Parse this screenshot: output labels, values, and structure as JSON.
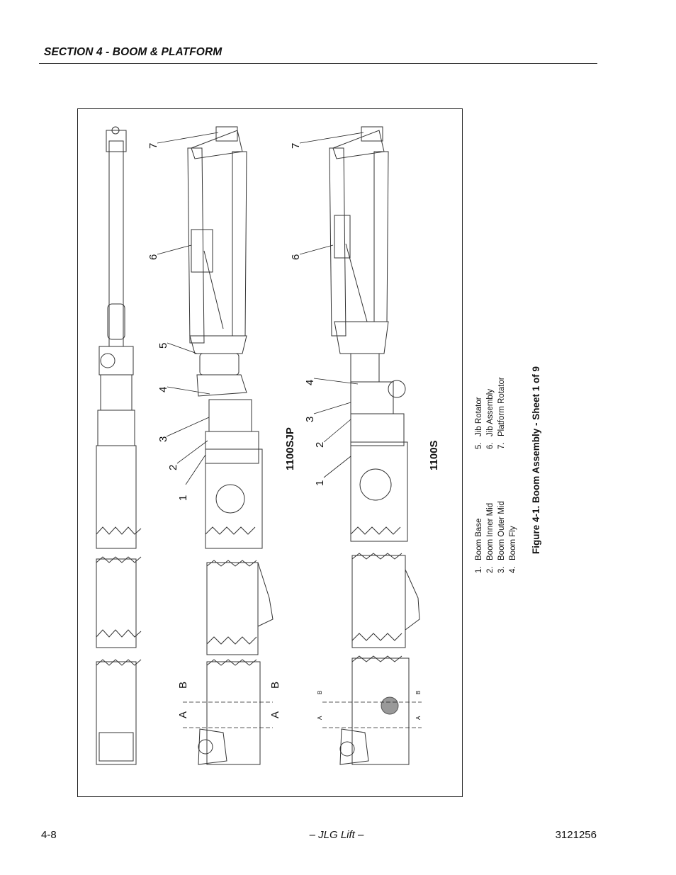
{
  "header": {
    "section_title": "SECTION 4 - BOOM & PLATFORM"
  },
  "figure": {
    "caption": "Figure 4-1.  Boom Assembly - Sheet 1 of 9",
    "models": {
      "top": "1100SJP",
      "bottom": "1100S"
    },
    "callouts_top": [
      "7",
      "6",
      "5",
      "4",
      "3",
      "2",
      "1"
    ],
    "callouts_bottom": [
      "7",
      "6",
      "4",
      "3",
      "2",
      "1"
    ],
    "section_markers": {
      "a": "A",
      "b": "B"
    },
    "legend_left": [
      {
        "num": "1.",
        "label": "Boom Base"
      },
      {
        "num": "2.",
        "label": "Boom Inner Mid"
      },
      {
        "num": "3.",
        "label": "Boom Outer Mid"
      },
      {
        "num": "4.",
        "label": "Boom Fly"
      }
    ],
    "legend_right": [
      {
        "num": "5.",
        "label": "Jib Rotator"
      },
      {
        "num": "6.",
        "label": "Jib Assembly"
      },
      {
        "num": "7.",
        "label": "Platform Rotator"
      }
    ]
  },
  "footer": {
    "page_number": "4-8",
    "center": "– JLG Lift –",
    "doc_number": "3121256"
  }
}
